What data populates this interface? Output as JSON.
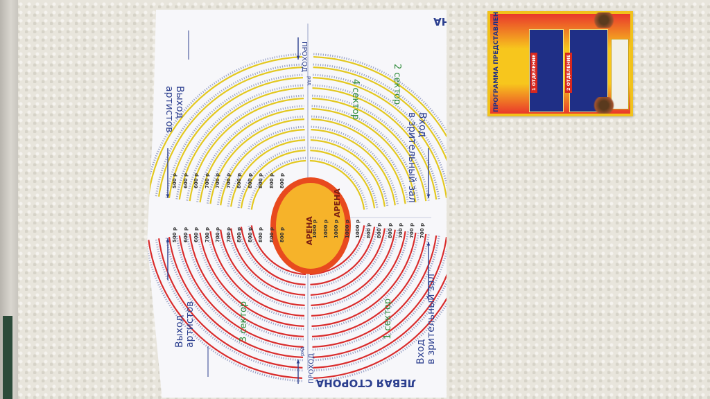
{
  "poster": {
    "left_side_label": "ЛЕВАЯ СТОРОНА",
    "right_side_label": "ПРАВАЯ СТОРОНА",
    "arena_label_1": "АРЕНА",
    "arena_label_2": "АРЕНА",
    "sector_1": "1 сектор",
    "sector_2": "2 сектор",
    "sector_3": "3 сектор",
    "sector_4": "4 сектор",
    "aisle_left": "ПРОХОД",
    "aisle_right": "ПРОХОД",
    "artists_exit_top_1": "Выход",
    "artists_exit_top_2": "артистов",
    "artists_exit_bottom_1": "Выход",
    "artists_exit_bottom_2": "артистов",
    "entrance_top_1": "Вход",
    "entrance_top_2": "в зрительный зал",
    "entrance_bottom_1": "Вход",
    "entrance_bottom_2": "в зрительный зал",
    "row_word": "ряд",
    "prices_top": [
      "500 р",
      "600 р",
      "600 р",
      "700 р",
      "700 р",
      "700 р",
      "800 р",
      "800 р",
      "800 р",
      "800 р",
      "800 р"
    ],
    "prices_bottom": [
      "500 р",
      "600 р",
      "600 р",
      "700 р",
      "700 р",
      "700 р",
      "800 р",
      "800 р",
      "800 р",
      "800 р",
      "800 р"
    ],
    "prices_right": [
      "700 р",
      "700 р",
      "700 р",
      "800 р",
      "800 р",
      "800 р",
      "1000 р",
      "1000 р",
      "1000 р",
      "1000 р",
      "1000 р"
    ],
    "colors": {
      "yellow_rows": "#e3c81f",
      "red_rows": "#d92c2c",
      "arena_outer": "#e84a1e",
      "arena_inner": "#f6b32a",
      "text_blue": "#2c3f8f",
      "text_green": "#2e8b3a"
    }
  },
  "flyer": {
    "title": "ПРОГРАММА ПРЕДСТАВЛЕНИЯ",
    "part_1": "1 ОТДЕЛЕНИЕ",
    "part_2": "2 ОТДЕЛЕНИЕ"
  }
}
